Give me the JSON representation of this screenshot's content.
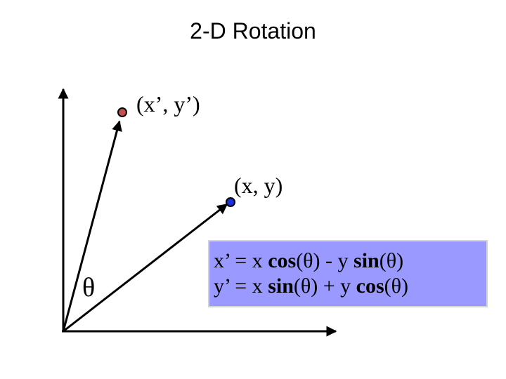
{
  "slide": {
    "title": "2-D Rotation"
  },
  "diagram": {
    "rotated_point_label": "(x’, y’)",
    "original_point_label": "(x, y)",
    "angle_label": "θ",
    "colors": {
      "rotated_point_fill": "#c0504d",
      "original_point_fill": "#1f2fd6",
      "formula_box_fill": "#9999ff",
      "formula_box_border": "#d4d4d4",
      "lines": "#000000"
    },
    "icons": {
      "rotated_point": "point-marker-icon",
      "original_point": "point-marker-icon"
    }
  },
  "formula": {
    "line1": {
      "a": "x’ = x ",
      "fn1": "cos",
      "b": "(θ) - y ",
      "fn2": "sin",
      "c": "(θ)"
    },
    "line2": {
      "a": "y’ = x ",
      "fn1": "sin",
      "b": "(θ) + y ",
      "fn2": "cos",
      "c": "(θ)"
    }
  }
}
